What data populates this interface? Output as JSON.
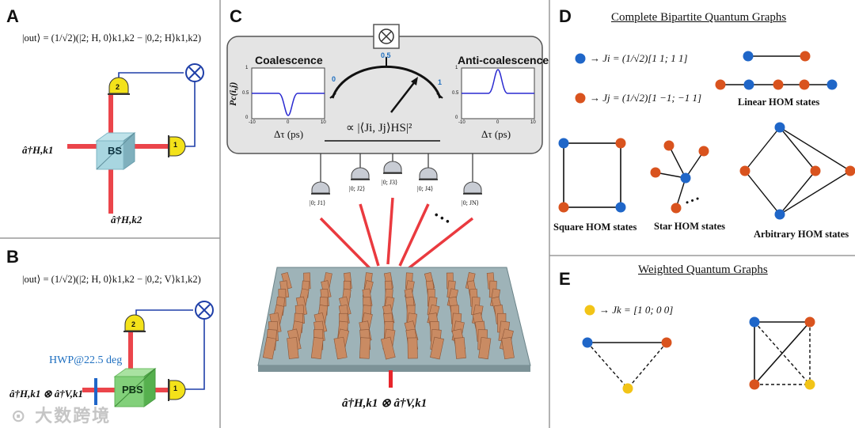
{
  "panels": {
    "a": {
      "letter": "A",
      "equation": "|out⟩ = (1/√2)(|2; H, 0⟩k1,k2 − |0,2; H⟩k1,k2)",
      "bs_label": "BS",
      "detector_1": "1",
      "detector_2": "2",
      "input_top": "â†H,k1",
      "input_bottom": "â†H,k2"
    },
    "b": {
      "letter": "B",
      "equation": "|out⟩ = (1/√2)(|2; H, 0⟩k1,k2 − |0,2; V⟩k1,k2)",
      "pbs_label": "PBS",
      "hwp_label": "HWP@22.5 deg",
      "detector_1": "1",
      "detector_2": "2",
      "input": "â†H,k1 ⊗ â†V,k1"
    },
    "c": {
      "letter": "C",
      "coalescence": "Coalescence",
      "anti_coalescence": "Anti-coalescence",
      "ylabel": "Pc(i,j)",
      "xlabel": "Δτ (ps)",
      "dial_0": "0",
      "dial_05": "0.5",
      "dial_1": "1",
      "hs_label": "∝ |⟨Ji, Jj⟩HS|²",
      "detectors": [
        "|0; J1⟩",
        "|0; J2⟩",
        "|0; J3⟩",
        "|0; J4⟩",
        "|0; JN⟩"
      ],
      "dots": "•  •  •",
      "output": "â†H,k1 ⊗ â†V,k1",
      "mini_ticks_y": [
        "1",
        "0.5",
        "0"
      ],
      "mini_ticks_x": [
        "-10",
        "0",
        "10"
      ]
    },
    "d": {
      "letter": "D",
      "title": "Complete Bipartite Quantum Graphs",
      "ji": "→ Ji = (1/√2)[1 1; 1 1]",
      "jj": "→ Jj = (1/√2)[1 −1; −1 1]",
      "linear": "Linear HOM states",
      "square": "Square HOM states",
      "star": "Star HOM states",
      "arbitrary": "Arbitrary HOM states"
    },
    "e": {
      "letter": "E",
      "title": "Weighted Quantum Graphs",
      "jk": "→ Jk = [1 0; 0 0]"
    }
  },
  "watermark": "⊙ 大数跨境",
  "colors": {
    "blue_node": "#1f66c8",
    "orange_node": "#d9531e",
    "yellow_node": "#f2c417",
    "laser": "#e8252b",
    "curve": "#2a2ad0",
    "dial_blue": "#1e6fc0"
  }
}
